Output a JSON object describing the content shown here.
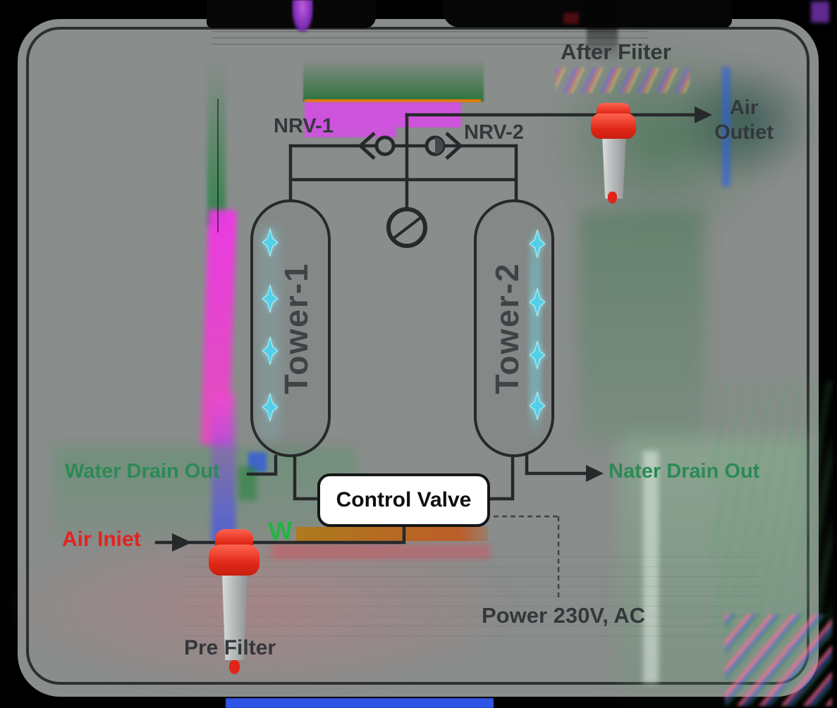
{
  "artifacts": {
    "w": "W"
  },
  "colors": {
    "background": "#000000",
    "panel_fill": "#898d8b",
    "line_dark": "#26292b",
    "label_dark": "#33383b",
    "drain_green": "#2b8a55",
    "inlet_red": "#e32222",
    "filter_red": "#e5281a",
    "sparkle_cyan": "#52cee6",
    "valve_fill": "#ffffff"
  },
  "diagram": {
    "after_filter": {
      "label": "After Fiiter"
    },
    "air_outlet": {
      "line1": "Air",
      "line2": "Outiet"
    },
    "nrv1": {
      "label": "NRV-1"
    },
    "nrv2": {
      "label": "NRV-2"
    },
    "tower1": {
      "label": "Tower-1"
    },
    "tower2": {
      "label": "Tower-2"
    },
    "water_drain_left": {
      "label": "Water Drain Out"
    },
    "water_drain_right": {
      "label": "Nater Drain Out"
    },
    "control_valve": {
      "label": "Control Valve"
    },
    "air_inlet": {
      "label": "Air Iniet"
    },
    "pre_filter": {
      "label": "Pre Filter"
    },
    "power": {
      "label": "Power 230V, AC"
    }
  }
}
